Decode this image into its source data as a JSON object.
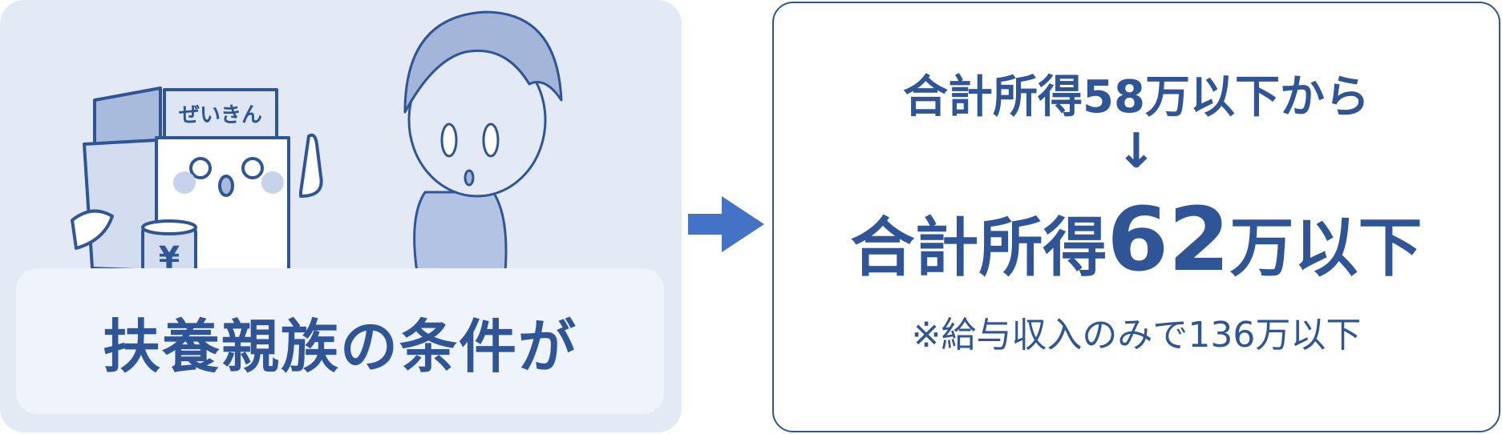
{
  "left": {
    "box_sign": "ぜいきん",
    "yen_symbol": "¥",
    "caption": "扶養親族の条件が"
  },
  "right": {
    "before": "合計所得58万以下から",
    "arrow": "↓",
    "after_prefix": "合計所得",
    "after_number": "62",
    "after_suffix": "万以下",
    "note": "※給与収入のみで136万以下"
  },
  "colors": {
    "text": "#2f5597",
    "arrow": "#4472c4",
    "panel_bg": "#e3e9f5",
    "caption_bg": "#eff3fb"
  }
}
